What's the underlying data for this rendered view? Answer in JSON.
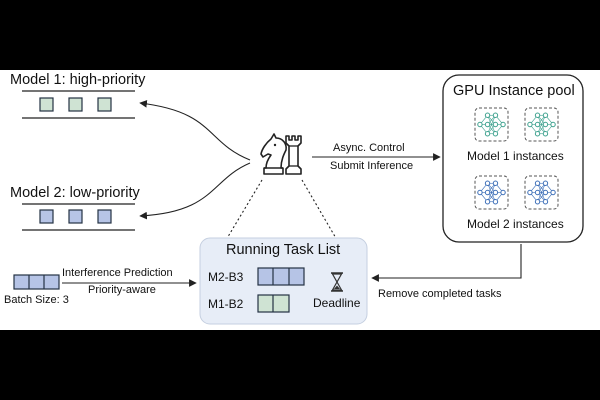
{
  "labels": {
    "model1_title": "Model 1: high-priority",
    "model2_title": "Model 2: low-priority",
    "async_control": "Async. Control",
    "submit_inference": "Submit Inference",
    "gpu_pool_title": "GPU Instance pool",
    "model1_instances": "Model 1 instances",
    "model2_instances": "Model 2 instances",
    "running_task_list": "Running Task List",
    "task_m2b3": "M2-B3",
    "task_m1b2": "M1-B2",
    "deadline": "Deadline",
    "remove_completed": "Remove completed tasks",
    "interference_prediction": "Interference Prediction",
    "priority_aware": "Priority-aware",
    "batch_size": "Batch Size: 3"
  },
  "colors": {
    "model1_block": "#cfe3d3",
    "model2_block": "#b6c4e6",
    "task_list_bg": "#e7edf7",
    "block_border": "#243244"
  },
  "icons": {
    "scheduler": "chess-pieces-icon",
    "neural_net": "neural-network-icon",
    "hourglass": "hourglass-icon"
  }
}
